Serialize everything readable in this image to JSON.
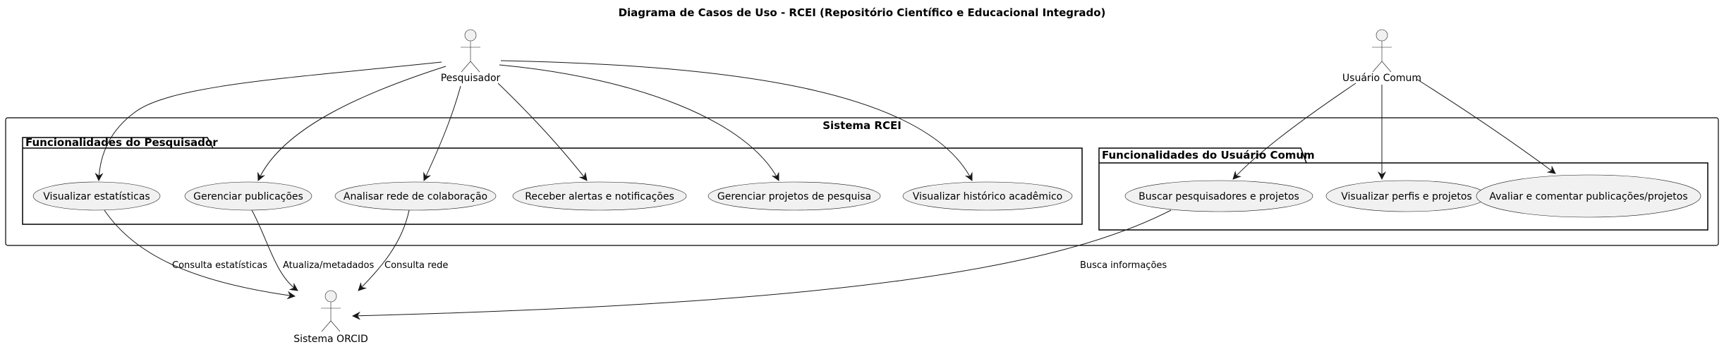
{
  "title": "Diagrama de Casos de Uso - RCEI (Repositório Científico e Educacional Integrado)",
  "system": {
    "title": "Sistema RCEI"
  },
  "packages": {
    "pesquisador": {
      "title": "Funcionalidades do Pesquisador"
    },
    "usuario": {
      "title": "Funcionalidades do Usuário Comum"
    }
  },
  "actors": {
    "pesquisador": "Pesquisador",
    "usuario": "Usuário Comum",
    "orcid": "Sistema ORCID"
  },
  "use_cases": {
    "visualizar_estatisticas": "Visualizar estatísticas",
    "gerenciar_publicacoes": "Gerenciar publicações",
    "analisar_rede": "Analisar rede de colaboração",
    "receber_alertas": "Receber alertas e notificações",
    "gerenciar_projetos": "Gerenciar projetos de pesquisa",
    "visualizar_historico": "Visualizar histórico acadêmico",
    "buscar_pesquisadores": "Buscar pesquisadores e projetos",
    "visualizar_perfis": "Visualizar perfis e projetos",
    "avaliar_comentar": "Avaliar e comentar publicações/projetos"
  },
  "edge_labels": {
    "consulta_estatisticas": "Consulta estatísticas",
    "atualiza_metadados": "Atualiza/metadados",
    "consulta_rede": "Consulta rede",
    "busca_informacoes": "Busca informações"
  }
}
